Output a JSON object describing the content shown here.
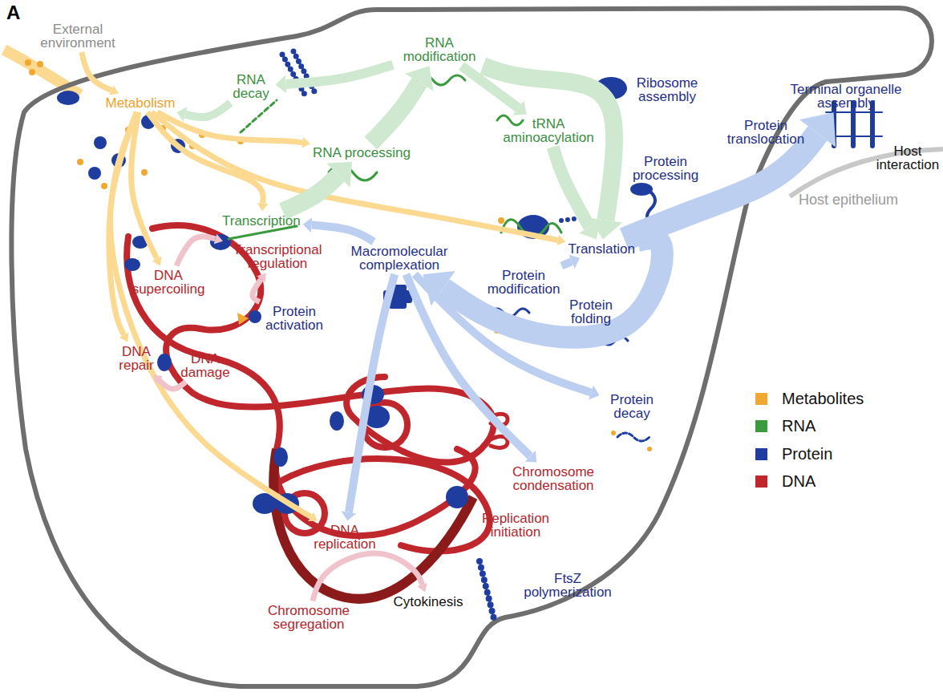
{
  "diagram": {
    "nodes": [
      {
        "text": [
          "External environment"
        ]
      },
      {
        "text": [
          "Metabolism"
        ]
      },
      {
        "text": [
          "RNA decay"
        ]
      },
      {
        "text": [
          "RNA modification"
        ]
      },
      {
        "text": [
          "Ribosome assembly"
        ]
      },
      {
        "text": [
          "tRNA aminoacylation"
        ]
      },
      {
        "text": [
          "RNA processing"
        ]
      },
      {
        "text": [
          "Transcription"
        ]
      },
      {
        "text": [
          "Transcriptional regulation"
        ]
      },
      {
        "text": [
          "DNA supercoiling"
        ]
      },
      {
        "text": [
          "Protein activation"
        ]
      },
      {
        "text": [
          "DNA repair"
        ]
      },
      {
        "text": [
          "DNA damage"
        ]
      },
      {
        "text": [
          "Macromolecular complexation"
        ]
      },
      {
        "text": [
          "Protein modification"
        ]
      },
      {
        "text": [
          "Translation"
        ]
      },
      {
        "text": [
          "Protein processing"
        ]
      },
      {
        "text": [
          "Protein translocation"
        ]
      },
      {
        "text": [
          "Terminal organelle assembly"
        ]
      },
      {
        "text": [
          "Host interaction"
        ]
      },
      {
        "text": [
          "Protein folding"
        ]
      },
      {
        "text": [
          "Protein decay"
        ]
      },
      {
        "text": [
          "Chromosome condensation"
        ]
      },
      {
        "text": [
          "Replication initiation"
        ]
      },
      {
        "text": [
          "DNA replication"
        ]
      },
      {
        "text": [
          "Chromosome segregation"
        ]
      },
      {
        "text": [
          "Cytokinesis"
        ]
      },
      {
        "text": [
          "FtsZ polymerization"
        ]
      }
    ],
    "edges": [
      {
        "from": 0,
        "to": 1,
        "arrow": "to"
      },
      {
        "from": 1,
        "to": 6,
        "arrow": "to"
      },
      {
        "from": 1,
        "to": 7,
        "arrow": "to"
      },
      {
        "from": 1,
        "to": 15,
        "arrow": "to"
      },
      {
        "from": 1,
        "to": 9,
        "arrow": "to"
      },
      {
        "from": 1,
        "to": 11,
        "arrow": "to"
      },
      {
        "from": 1,
        "to": 24,
        "arrow": "to"
      },
      {
        "from": 2,
        "to": 1,
        "arrow": "to"
      },
      {
        "from": 3,
        "to": 2,
        "arrow": "to"
      },
      {
        "from": 7,
        "to": 6,
        "arrow": "to"
      },
      {
        "from": 6,
        "to": 3,
        "arrow": "to"
      },
      {
        "from": 3,
        "to": 5,
        "arrow": "to"
      },
      {
        "from": 5,
        "to": 15,
        "arrow": "to"
      },
      {
        "from": 3,
        "to": 15,
        "arrow": "to"
      },
      {
        "from": 15,
        "to": 18,
        "arrow": "to"
      },
      {
        "from": 15,
        "to": 13,
        "arrow": "to"
      },
      {
        "from": 14,
        "to": 15,
        "arrow": "to"
      },
      {
        "from": 13,
        "to": 7,
        "arrow": "to"
      },
      {
        "from": 13,
        "to": 21,
        "arrow": "to"
      },
      {
        "from": 13,
        "to": 22,
        "arrow": "to"
      },
      {
        "from": 13,
        "to": 24,
        "arrow": "to"
      },
      {
        "from": 12,
        "to": 11,
        "arrow": "to"
      },
      {
        "from": 9,
        "to": 8,
        "arrow": "to"
      },
      {
        "from": 10,
        "to": 8,
        "arrow": "to"
      },
      {
        "from": 25,
        "to": 26,
        "arrow": "to"
      }
    ],
    "labels": [
      "A",
      "Host epithelium"
    ],
    "legend": [
      {
        "text": "Metabolites",
        "color": "#f0a830"
      },
      {
        "text": "RNA",
        "color": "#3a9a3e"
      },
      {
        "text": "Protein",
        "color": "#1f3d9e"
      },
      {
        "text": "DNA",
        "color": "#c0272d"
      }
    ]
  }
}
